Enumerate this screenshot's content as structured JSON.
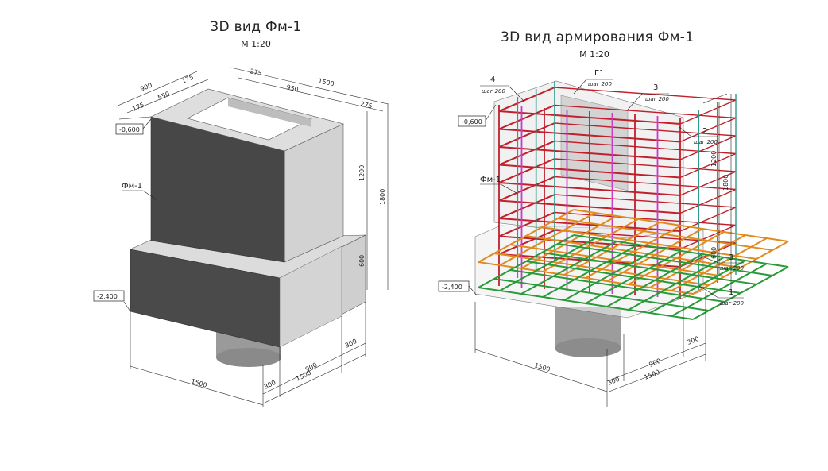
{
  "left": {
    "title": "3D вид Фм-1",
    "scale": "М 1:20",
    "level_top": "-0,600",
    "level_bottom": "-2,400",
    "element": "Фм-1",
    "dims": {
      "d900": "900",
      "d175a": "175",
      "d550": "550",
      "d175b": "175",
      "d275a": "275",
      "d1500top": "1500",
      "d950": "950",
      "d275b": "275",
      "d1200": "1200",
      "d1800": "1800",
      "d600": "600",
      "d1500bl": "1500",
      "d300a": "300",
      "d900b": "900",
      "d1500br": "1500",
      "d300b": "300"
    }
  },
  "right": {
    "title": "3D вид армирования Фм-1",
    "scale": "М 1:20",
    "level_top": "-0,600",
    "level_bottom": "-2,400",
    "element": "Фм-1",
    "marks": [
      {
        "num": "4",
        "step": "шаг 200"
      },
      {
        "num": "Г1",
        "step": "шаг 200"
      },
      {
        "num": "3",
        "step": "шаг 200"
      },
      {
        "num": "2",
        "step": "шаг 200"
      },
      {
        "num": "3",
        "step": "шаг 200"
      },
      {
        "num": "1",
        "step": "шаг 200"
      }
    ],
    "dims": {
      "d1200": "1200",
      "d1800": "1800",
      "d600": "600",
      "d1500bl": "1500",
      "d300a": "300",
      "d900": "900",
      "d1500br": "1500",
      "d300b": "300"
    }
  },
  "colors": {
    "column_face": "#4a4a4a",
    "concrete_light": "#d6d6d6",
    "concrete_side": "#bdbdbd",
    "rebar_red": "#c0202c",
    "rebar_magenta": "#c83cc8",
    "rebar_teal": "#2e9a8a",
    "rebar_orange": "#e08a20",
    "rebar_green": "#2a9a3a"
  }
}
